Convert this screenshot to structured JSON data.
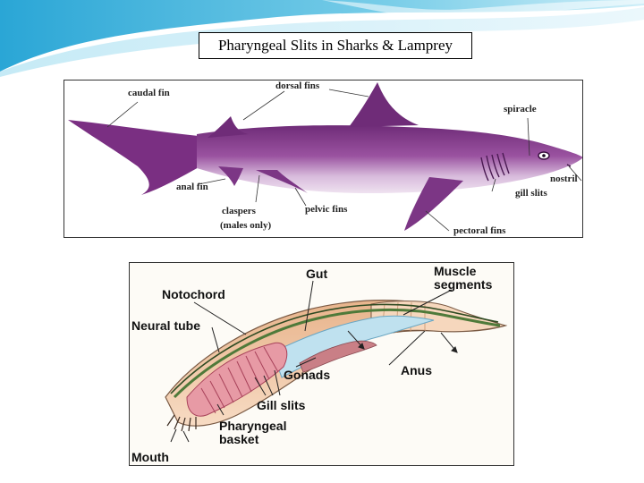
{
  "slide": {
    "title": "Pharyngeal Slits in Sharks & Lamprey"
  },
  "shark_figure": {
    "labels": {
      "caudal_fin": "caudal fin",
      "dorsal_fins": "dorsal fins",
      "spiracle": "spiracle",
      "nostril": "nostril",
      "gill_slits": "gill slits",
      "anal_fin": "anal fin",
      "claspers": "claspers",
      "claspers_note": "(males only)",
      "pelvic_fins": "pelvic fins",
      "pectoral_fins": "pectoral fins"
    }
  },
  "lamprey_figure": {
    "labels": {
      "gut": "Gut",
      "muscle_segments_line1": "Muscle",
      "muscle_segments_line2": "segments",
      "notochord": "Notochord",
      "neural_tube": "Neural tube",
      "gonads": "Gonads",
      "anus": "Anus",
      "gill_slits": "Gill slits",
      "pharyngeal_basket_line1": "Pharyngeal",
      "pharyngeal_basket_line2": "basket",
      "mouth": "Mouth"
    }
  },
  "colors": {
    "shark_body": "#8e3e93",
    "shark_belly": "#e6cfe8",
    "wave_blue": "#48b3d9",
    "lamprey_skin": "#f3c9a6",
    "lamprey_gill": "#d9506a"
  }
}
